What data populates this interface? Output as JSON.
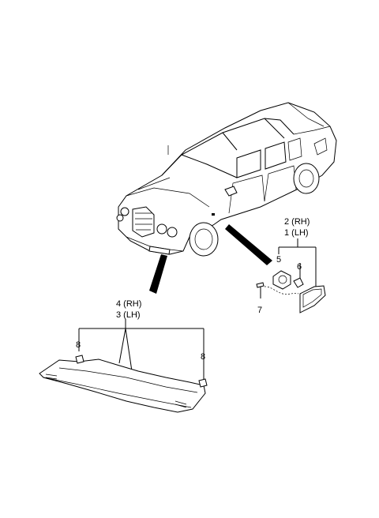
{
  "callouts": {
    "side_rh": "2 (RH)",
    "side_lh": "1 (LH)",
    "front_rh": "4 (RH)",
    "front_lh": "3 (LH)",
    "part_5": "5",
    "part_6": "6",
    "part_7": "7",
    "part_8_left": "8",
    "part_8_right": "8"
  }
}
